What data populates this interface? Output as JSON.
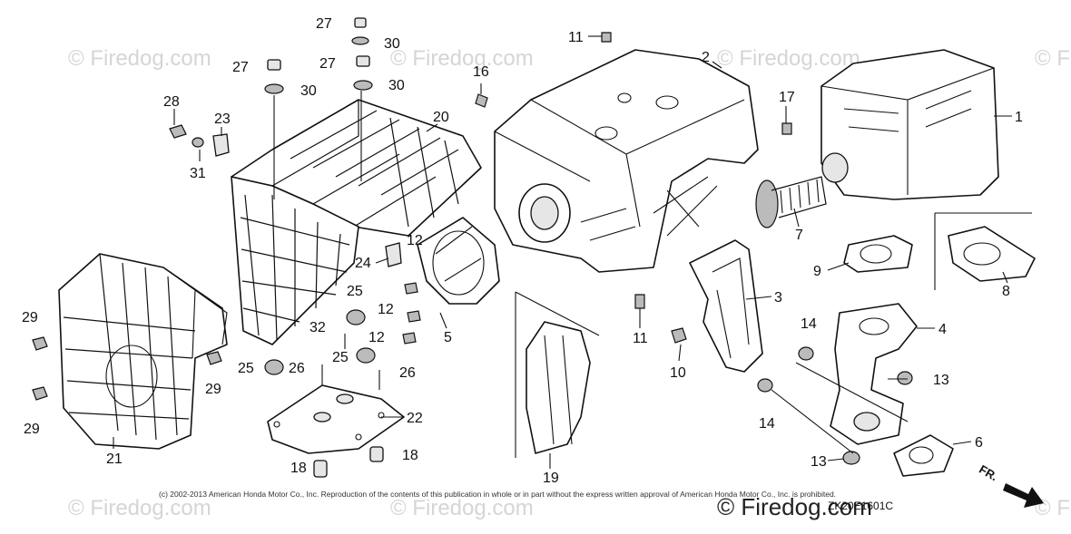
{
  "watermark_text": "© Firedog.com",
  "copyright": "(c) 2002-2013 American Honda Motor Co., Inc. Reproduction of the contents of this publication in whole or in part without the express written approval of American Honda Motor Co., Inc. is prohibited.",
  "diagram_code": "ZK20E1601C",
  "front_indicator": "FR.",
  "callouts": [
    {
      "id": "c1",
      "label": "1"
    },
    {
      "id": "c2",
      "label": "2"
    },
    {
      "id": "c3",
      "label": "3"
    },
    {
      "id": "c4",
      "label": "4"
    },
    {
      "id": "c5",
      "label": "5"
    },
    {
      "id": "c6",
      "label": "6"
    },
    {
      "id": "c7",
      "label": "7"
    },
    {
      "id": "c8",
      "label": "8"
    },
    {
      "id": "c9",
      "label": "9"
    },
    {
      "id": "c10",
      "label": "10"
    },
    {
      "id": "c11a",
      "label": "11"
    },
    {
      "id": "c11b",
      "label": "11"
    },
    {
      "id": "c12a",
      "label": "12"
    },
    {
      "id": "c12b",
      "label": "12"
    },
    {
      "id": "c12c",
      "label": "12"
    },
    {
      "id": "c13a",
      "label": "13"
    },
    {
      "id": "c13b",
      "label": "13"
    },
    {
      "id": "c14a",
      "label": "14"
    },
    {
      "id": "c14b",
      "label": "14"
    },
    {
      "id": "c16",
      "label": "16"
    },
    {
      "id": "c17",
      "label": "17"
    },
    {
      "id": "c18a",
      "label": "18"
    },
    {
      "id": "c18b",
      "label": "18"
    },
    {
      "id": "c19",
      "label": "19"
    },
    {
      "id": "c20",
      "label": "20"
    },
    {
      "id": "c21",
      "label": "21"
    },
    {
      "id": "c22",
      "label": "22"
    },
    {
      "id": "c23",
      "label": "23"
    },
    {
      "id": "c24",
      "label": "24"
    },
    {
      "id": "c25a",
      "label": "25"
    },
    {
      "id": "c25b",
      "label": "25"
    },
    {
      "id": "c25c",
      "label": "25"
    },
    {
      "id": "c26a",
      "label": "26"
    },
    {
      "id": "c26b",
      "label": "26"
    },
    {
      "id": "c27a",
      "label": "27"
    },
    {
      "id": "c27b",
      "label": "27"
    },
    {
      "id": "c27c",
      "label": "27"
    },
    {
      "id": "c28",
      "label": "28"
    },
    {
      "id": "c29a",
      "label": "29"
    },
    {
      "id": "c29b",
      "label": "29"
    },
    {
      "id": "c29c",
      "label": "29"
    },
    {
      "id": "c30a",
      "label": "30"
    },
    {
      "id": "c30b",
      "label": "30"
    },
    {
      "id": "c30c",
      "label": "30"
    },
    {
      "id": "c31",
      "label": "31"
    },
    {
      "id": "c32",
      "label": "32"
    }
  ]
}
